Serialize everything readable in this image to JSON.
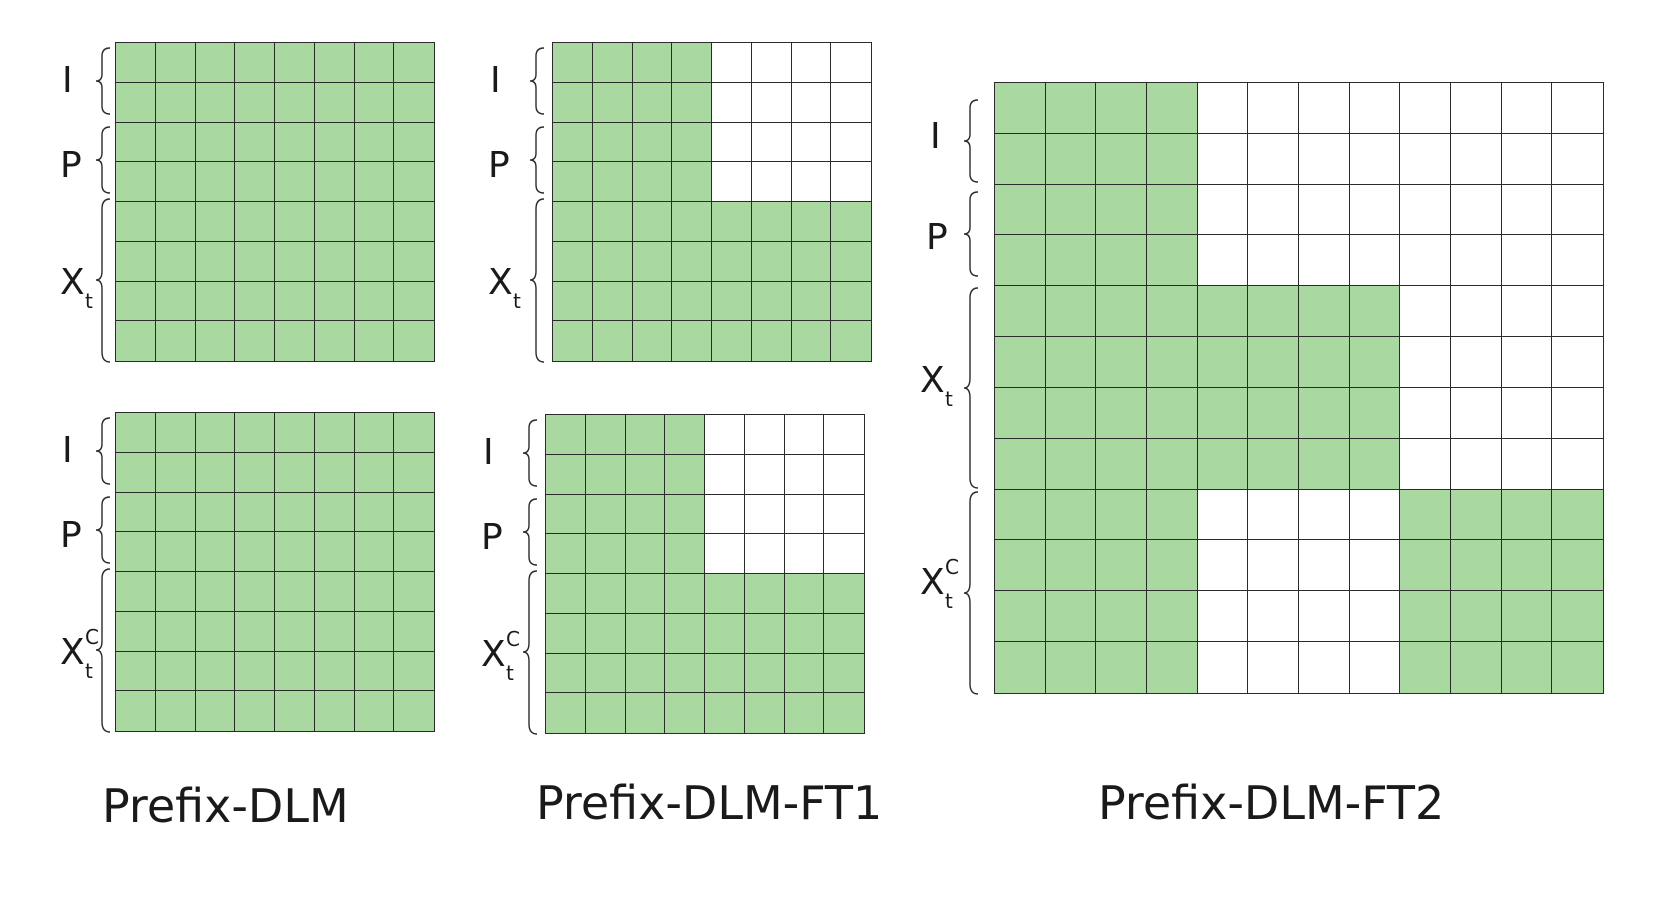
{
  "colors": {
    "attend": "#a9d8a0",
    "mask": "#ffffff",
    "line": "#2b2b2b"
  },
  "titles": {
    "prefix_dlm": "Prefix-DLM",
    "prefix_dlm_ft1": "Prefix-DLM-FT1",
    "prefix_dlm_ft2": "Prefix-DLM-FT2"
  },
  "labels": {
    "i": "I",
    "p": "P",
    "x": "X",
    "t": "t",
    "c": "C"
  },
  "matrices": {
    "dlm_top": [
      "GGGGGGGG",
      "GGGGGGGG",
      "GGGGGGGG",
      "GGGGGGGG",
      "GGGGGGGG",
      "GGGGGGGG",
      "GGGGGGGG",
      "GGGGGGGG"
    ],
    "dlm_bottom": [
      "GGGGGGGG",
      "GGGGGGGG",
      "GGGGGGGG",
      "GGGGGGGG",
      "GGGGGGGG",
      "GGGGGGGG",
      "GGGGGGGG",
      "GGGGGGGG"
    ],
    "ft1_top": [
      "GGGGWWWW",
      "GGGGWWWW",
      "GGGGWWWW",
      "GGGGWWWW",
      "GGGGGGGG",
      "GGGGGGGG",
      "GGGGGGGG",
      "GGGGGGGG"
    ],
    "ft1_bottom": [
      "GGGGWWWW",
      "GGGGWWWW",
      "GGGGWWWW",
      "GGGGWWWW",
      "GGGGGGGG",
      "GGGGGGGG",
      "GGGGGGGG",
      "GGGGGGGG"
    ],
    "ft2": [
      "GGGGWWWWWWWW",
      "GGGGWWWWWWWW",
      "GGGGWWWWWWWW",
      "GGGGWWWWWWWW",
      "GGGGGGGGWWWW",
      "GGGGGGGGWWWW",
      "GGGGGGGGWWWW",
      "GGGGGGGGWWWW",
      "GGGGWWWWGGGG",
      "GGGGWWWWGGGG",
      "GGGGWWWWGGGG",
      "GGGGWWWWGGGG"
    ]
  }
}
